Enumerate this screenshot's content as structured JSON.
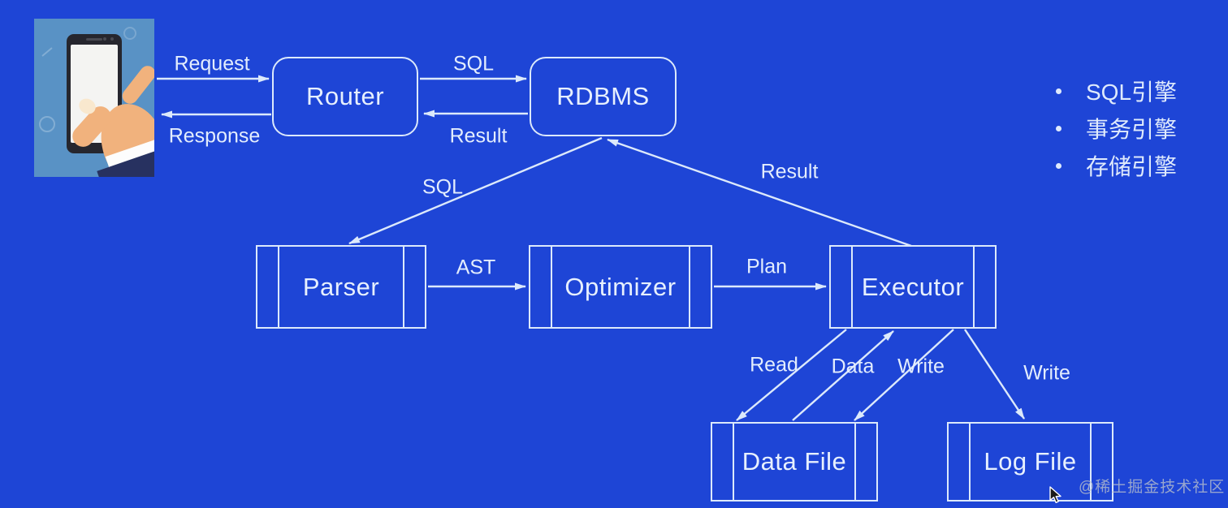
{
  "diagram": {
    "nodes": [
      {
        "id": "router",
        "label": "Router"
      },
      {
        "id": "rdbms",
        "label": "RDBMS"
      },
      {
        "id": "parser",
        "label": "Parser"
      },
      {
        "id": "optimizer",
        "label": "Optimizer"
      },
      {
        "id": "executor",
        "label": "Executor"
      },
      {
        "id": "data-file",
        "label": "Data File"
      },
      {
        "id": "log-file",
        "label": "Log File"
      }
    ],
    "edges": [
      {
        "id": "request",
        "label": "Request",
        "from": "client",
        "to": "router"
      },
      {
        "id": "response",
        "label": "Response",
        "from": "router",
        "to": "client"
      },
      {
        "id": "sql-to-rdbms",
        "label": "SQL",
        "from": "router",
        "to": "rdbms"
      },
      {
        "id": "result-to-router",
        "label": "Result",
        "from": "rdbms",
        "to": "router"
      },
      {
        "id": "sql-to-parser",
        "label": "SQL",
        "from": "rdbms",
        "to": "parser"
      },
      {
        "id": "result-to-rdbms",
        "label": "Result",
        "from": "executor",
        "to": "rdbms"
      },
      {
        "id": "ast",
        "label": "AST",
        "from": "parser",
        "to": "optimizer"
      },
      {
        "id": "plan",
        "label": "Plan",
        "from": "optimizer",
        "to": "executor"
      },
      {
        "id": "read",
        "label": "Read",
        "from": "executor",
        "to": "data-file"
      },
      {
        "id": "data",
        "label": "Data",
        "from": "data-file",
        "to": "executor"
      },
      {
        "id": "write-data",
        "label": "Write",
        "from": "executor",
        "to": "data-file"
      },
      {
        "id": "write-log",
        "label": "Write",
        "from": "executor",
        "to": "log-file"
      }
    ]
  },
  "legend": {
    "items": [
      "SQL引擎",
      "事务引擎",
      "存储引擎"
    ]
  },
  "watermark": {
    "text": "@稀土掘金技术社区"
  },
  "colors": {
    "background": "#1e45d6",
    "line": "#dce9fb",
    "text": "#e7f0fe",
    "client_card": "#5992c5",
    "watermark": "#bac0cc"
  }
}
